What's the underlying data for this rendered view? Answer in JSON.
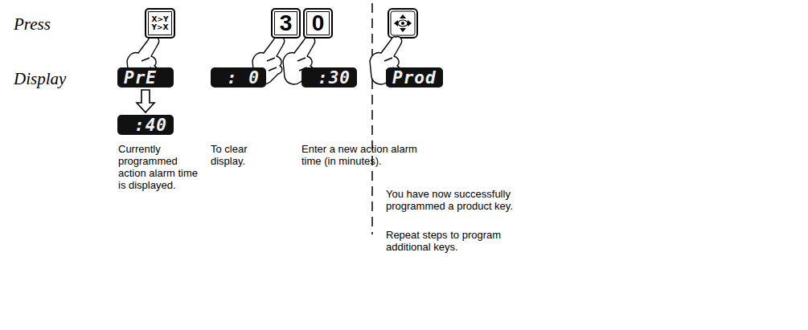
{
  "diagram": {
    "nodes": [
      {
        "text": [
          "X>Y Y>X"
        ]
      },
      {
        "text": [
          "3"
        ]
      },
      {
        "text": [
          "0"
        ]
      },
      {
        "text": [
          "PrE"
        ]
      },
      {
        "text": [
          ":40"
        ]
      },
      {
        "text": [
          ": 0"
        ]
      },
      {
        "text": [
          ":30"
        ]
      },
      {
        "text": [
          "Prod"
        ]
      }
    ],
    "edges": [
      {
        "from": 3,
        "to": 4,
        "arrow": "to"
      }
    ],
    "labels": [
      "Press",
      "Display",
      "Currently programmed action alarm time is displayed.",
      "To clear display.",
      "Enter a new action alarm time (in minutes).",
      "You have now successfully programmed a product key.",
      "Repeat steps to program additional keys."
    ]
  }
}
